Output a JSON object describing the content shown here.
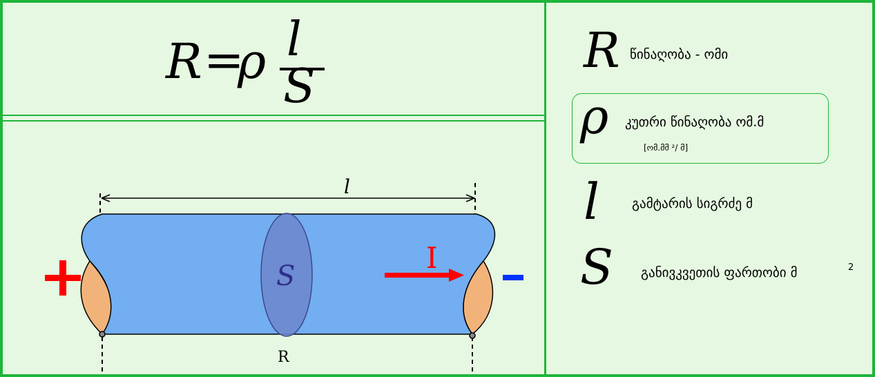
{
  "formula": {
    "lhs": "R",
    "equals": "=",
    "rho": "ρ",
    "numerator": "l",
    "denominator": "S"
  },
  "legend": [
    {
      "symbol": "R",
      "text": "წინაღობა  - ომი"
    },
    {
      "symbol": "ρ",
      "text": "კუთრი წინაღობა   ომ.მ",
      "subtext": "[ომ.მმ ²/ მ]"
    },
    {
      "symbol": "l",
      "text": "გამტარის სიგრძე   მ"
    },
    {
      "symbol": "S",
      "text": "განივკვეთის ფართობი  მ",
      "superscript": "2"
    }
  ],
  "diagram": {
    "length_label": "l",
    "area_label": "S",
    "current_label": "I",
    "resistance_label": "R",
    "plus_sign": "+",
    "minus_sign": "-",
    "colors": {
      "conductor": "#72aef1",
      "section": "#6d86cc",
      "tips": "#f2b37a",
      "arrow": "#ff0000",
      "plus": "#ff0000",
      "minus": "#0033ff",
      "border": "#1fb53a"
    }
  }
}
